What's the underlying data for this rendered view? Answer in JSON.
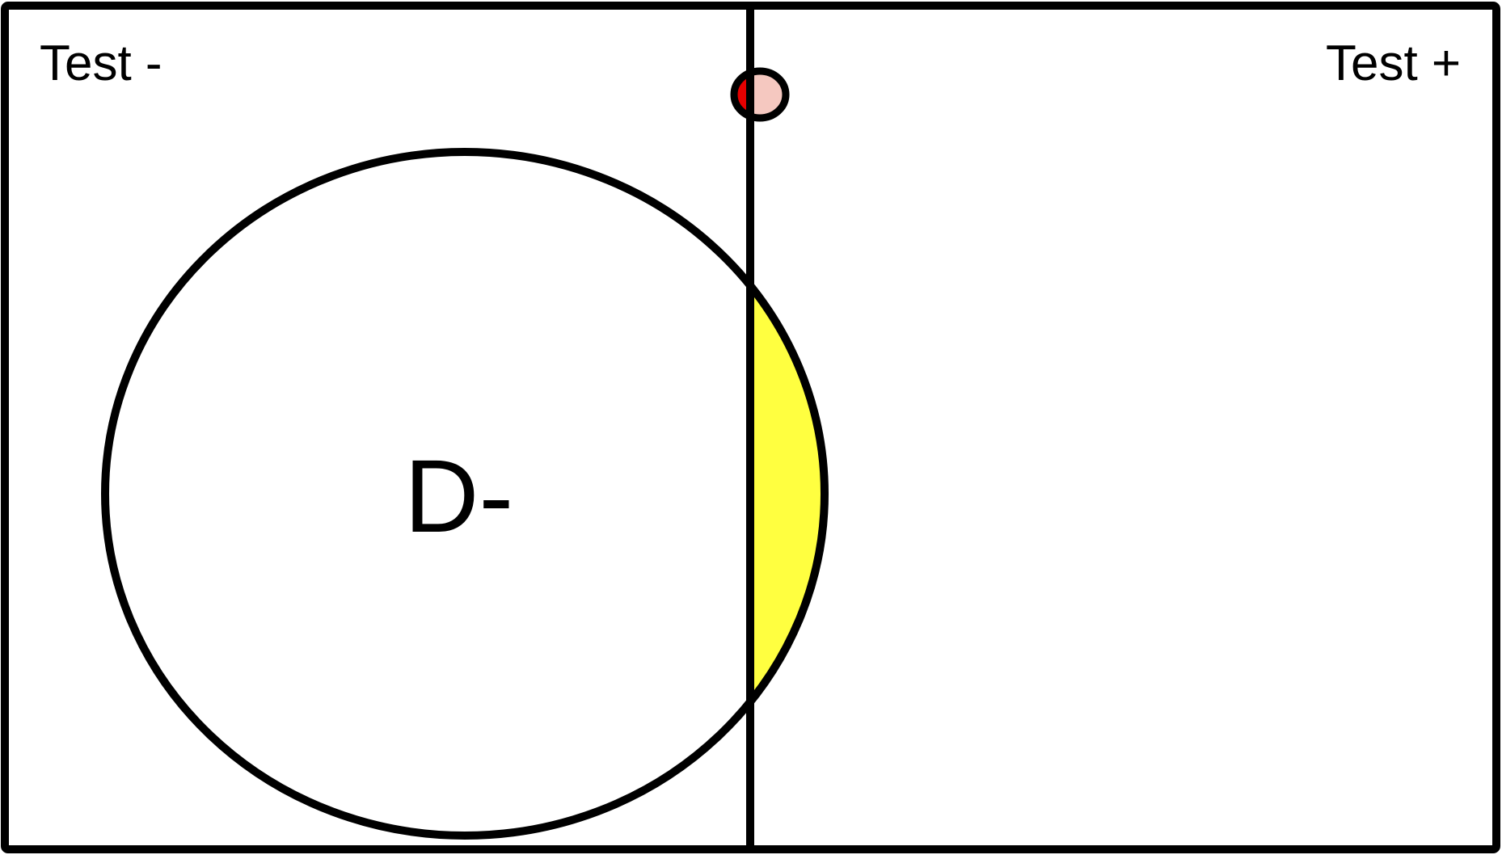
{
  "diagram": {
    "labels": {
      "test_negative": "Test -",
      "test_positive": "Test +",
      "disease_negative": "D-"
    },
    "colors": {
      "stroke": "#000000",
      "background": "#ffffff",
      "false_positive_region": "#ffff40",
      "disease_positive_left": "#e60000",
      "disease_positive_right": "#f5c8c0"
    }
  }
}
